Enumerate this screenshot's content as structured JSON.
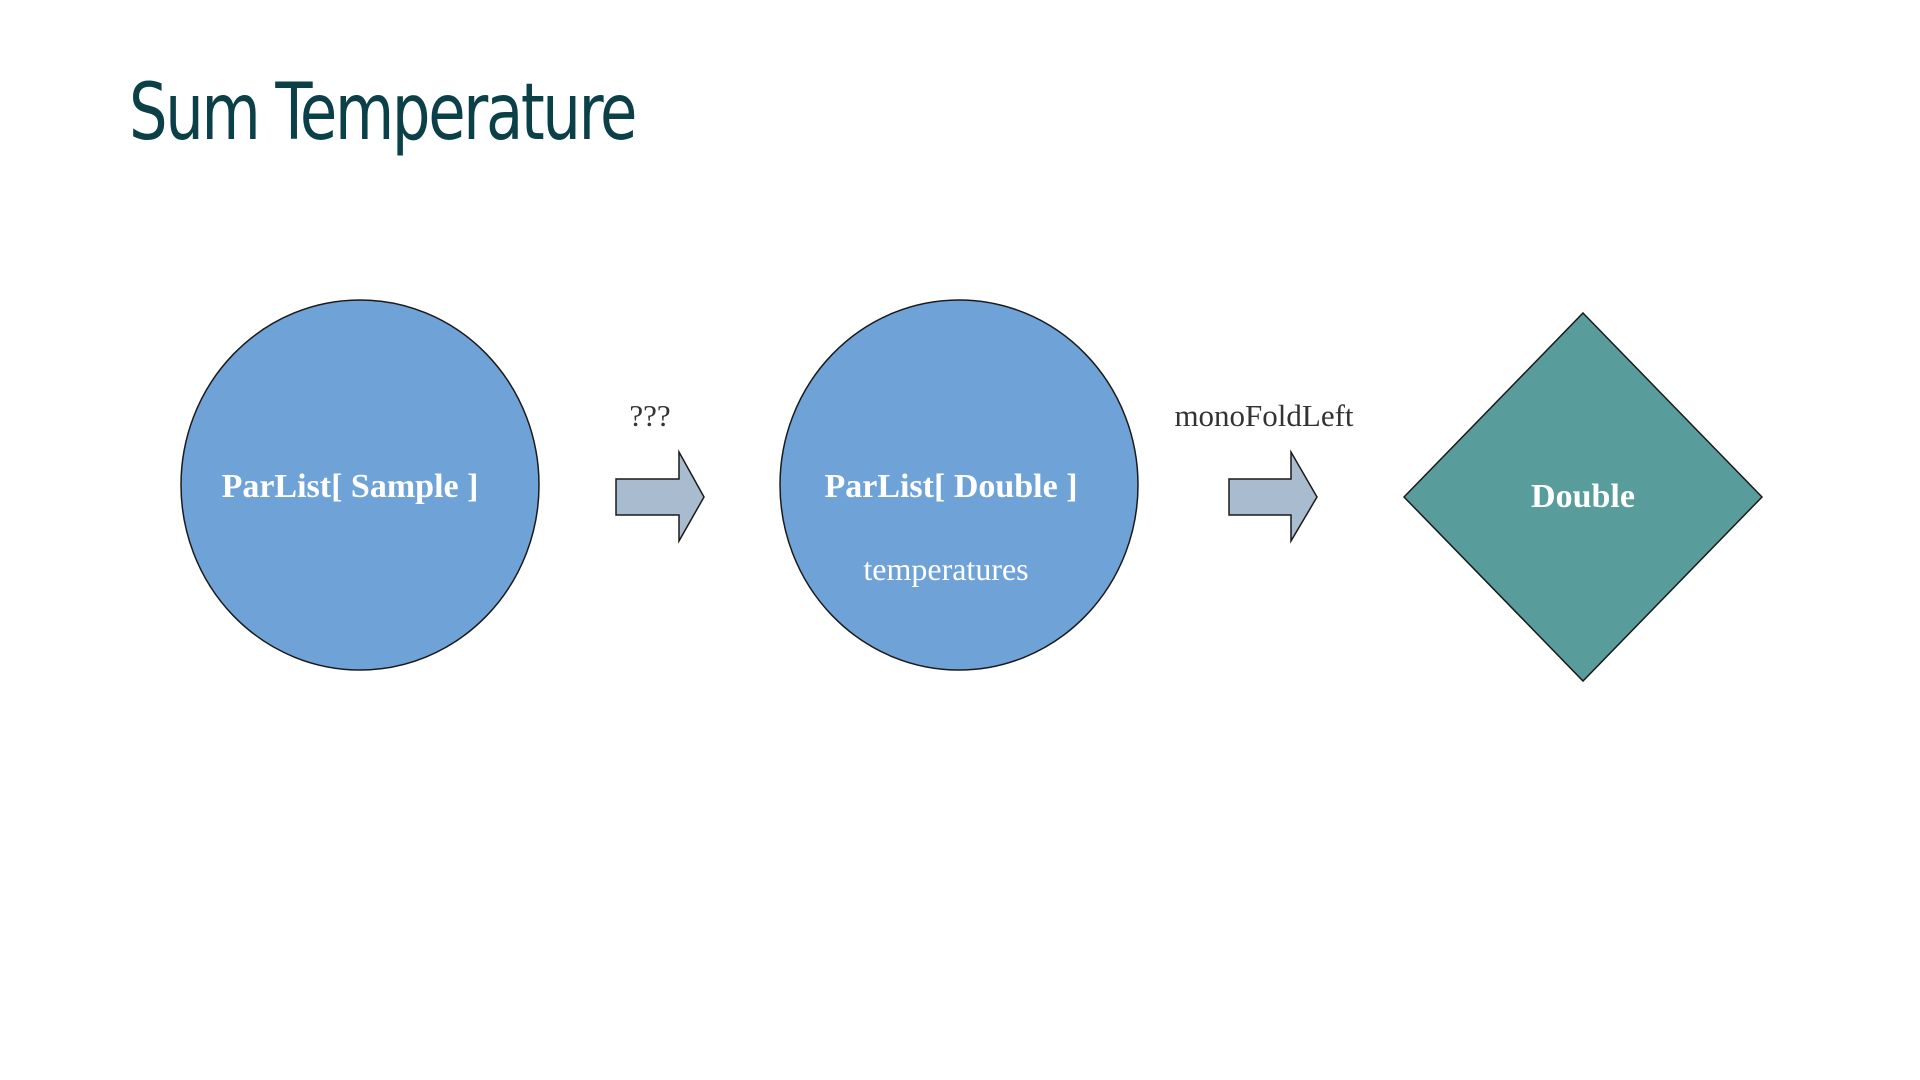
{
  "title": "Sum Temperature",
  "colors": {
    "title": "#0b4049",
    "circle_fill": "#6fa3d8",
    "diamond_fill": "#589c9c",
    "arrow_fill": "#a9bbcf",
    "edge_label": "#333333",
    "node_text": "#ffffff"
  },
  "nodes": [
    {
      "shape": "circle",
      "label": "ParList[ Sample ]",
      "sublabel": ""
    },
    {
      "shape": "circle",
      "label": "ParList[ Double ]",
      "sublabel": "temperatures"
    },
    {
      "shape": "diamond",
      "label": "Double",
      "sublabel": ""
    }
  ],
  "edges": [
    {
      "label": "???"
    },
    {
      "label": "monoFoldLeft"
    }
  ]
}
